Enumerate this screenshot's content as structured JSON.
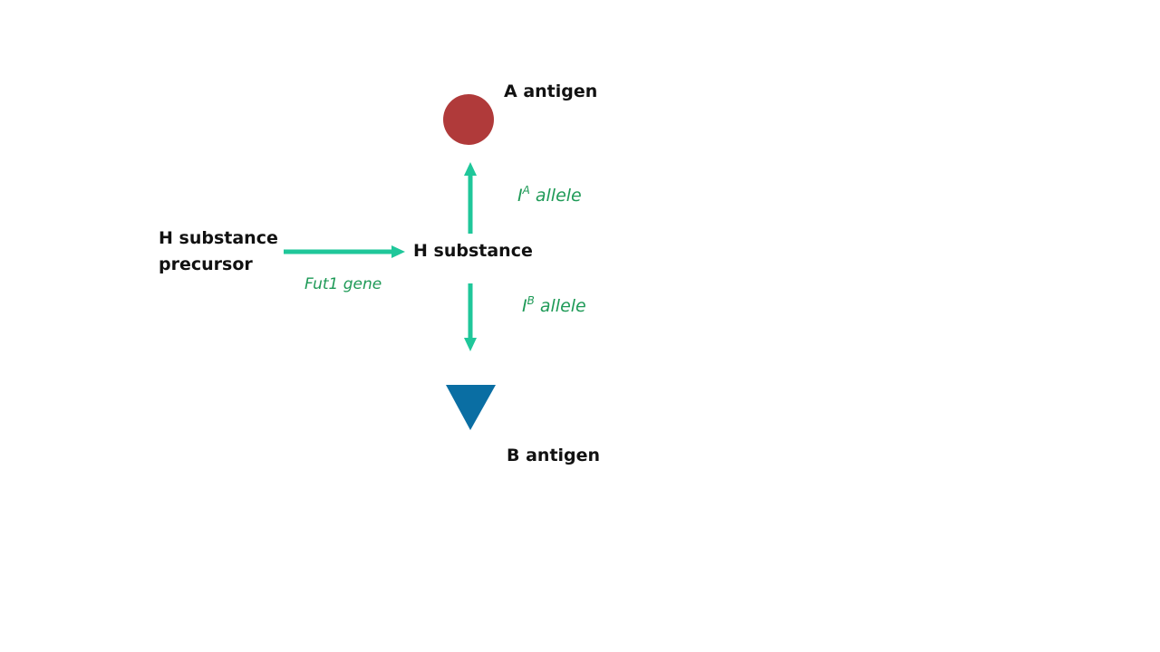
{
  "nodes": {
    "precursor_line1": "H substance",
    "precursor_line2": "precursor",
    "h_substance": "H substance",
    "a_antigen": "A antigen",
    "b_antigen": "B antigen"
  },
  "edges": {
    "fut1": "Fut1 gene",
    "ia_base": "I",
    "ia_sup": "A",
    "ia_rest": " allele",
    "ib_base": "I",
    "ib_sup": "B",
    "ib_rest": " allele"
  },
  "colors": {
    "arrow": "#1fc79a",
    "gene_text": "#1e9a57",
    "a_antigen": "#b03a3a",
    "b_antigen": "#0a6ea3",
    "text": "#111111"
  },
  "icons": {
    "a_antigen": "circle",
    "b_antigen": "downward-triangle"
  }
}
